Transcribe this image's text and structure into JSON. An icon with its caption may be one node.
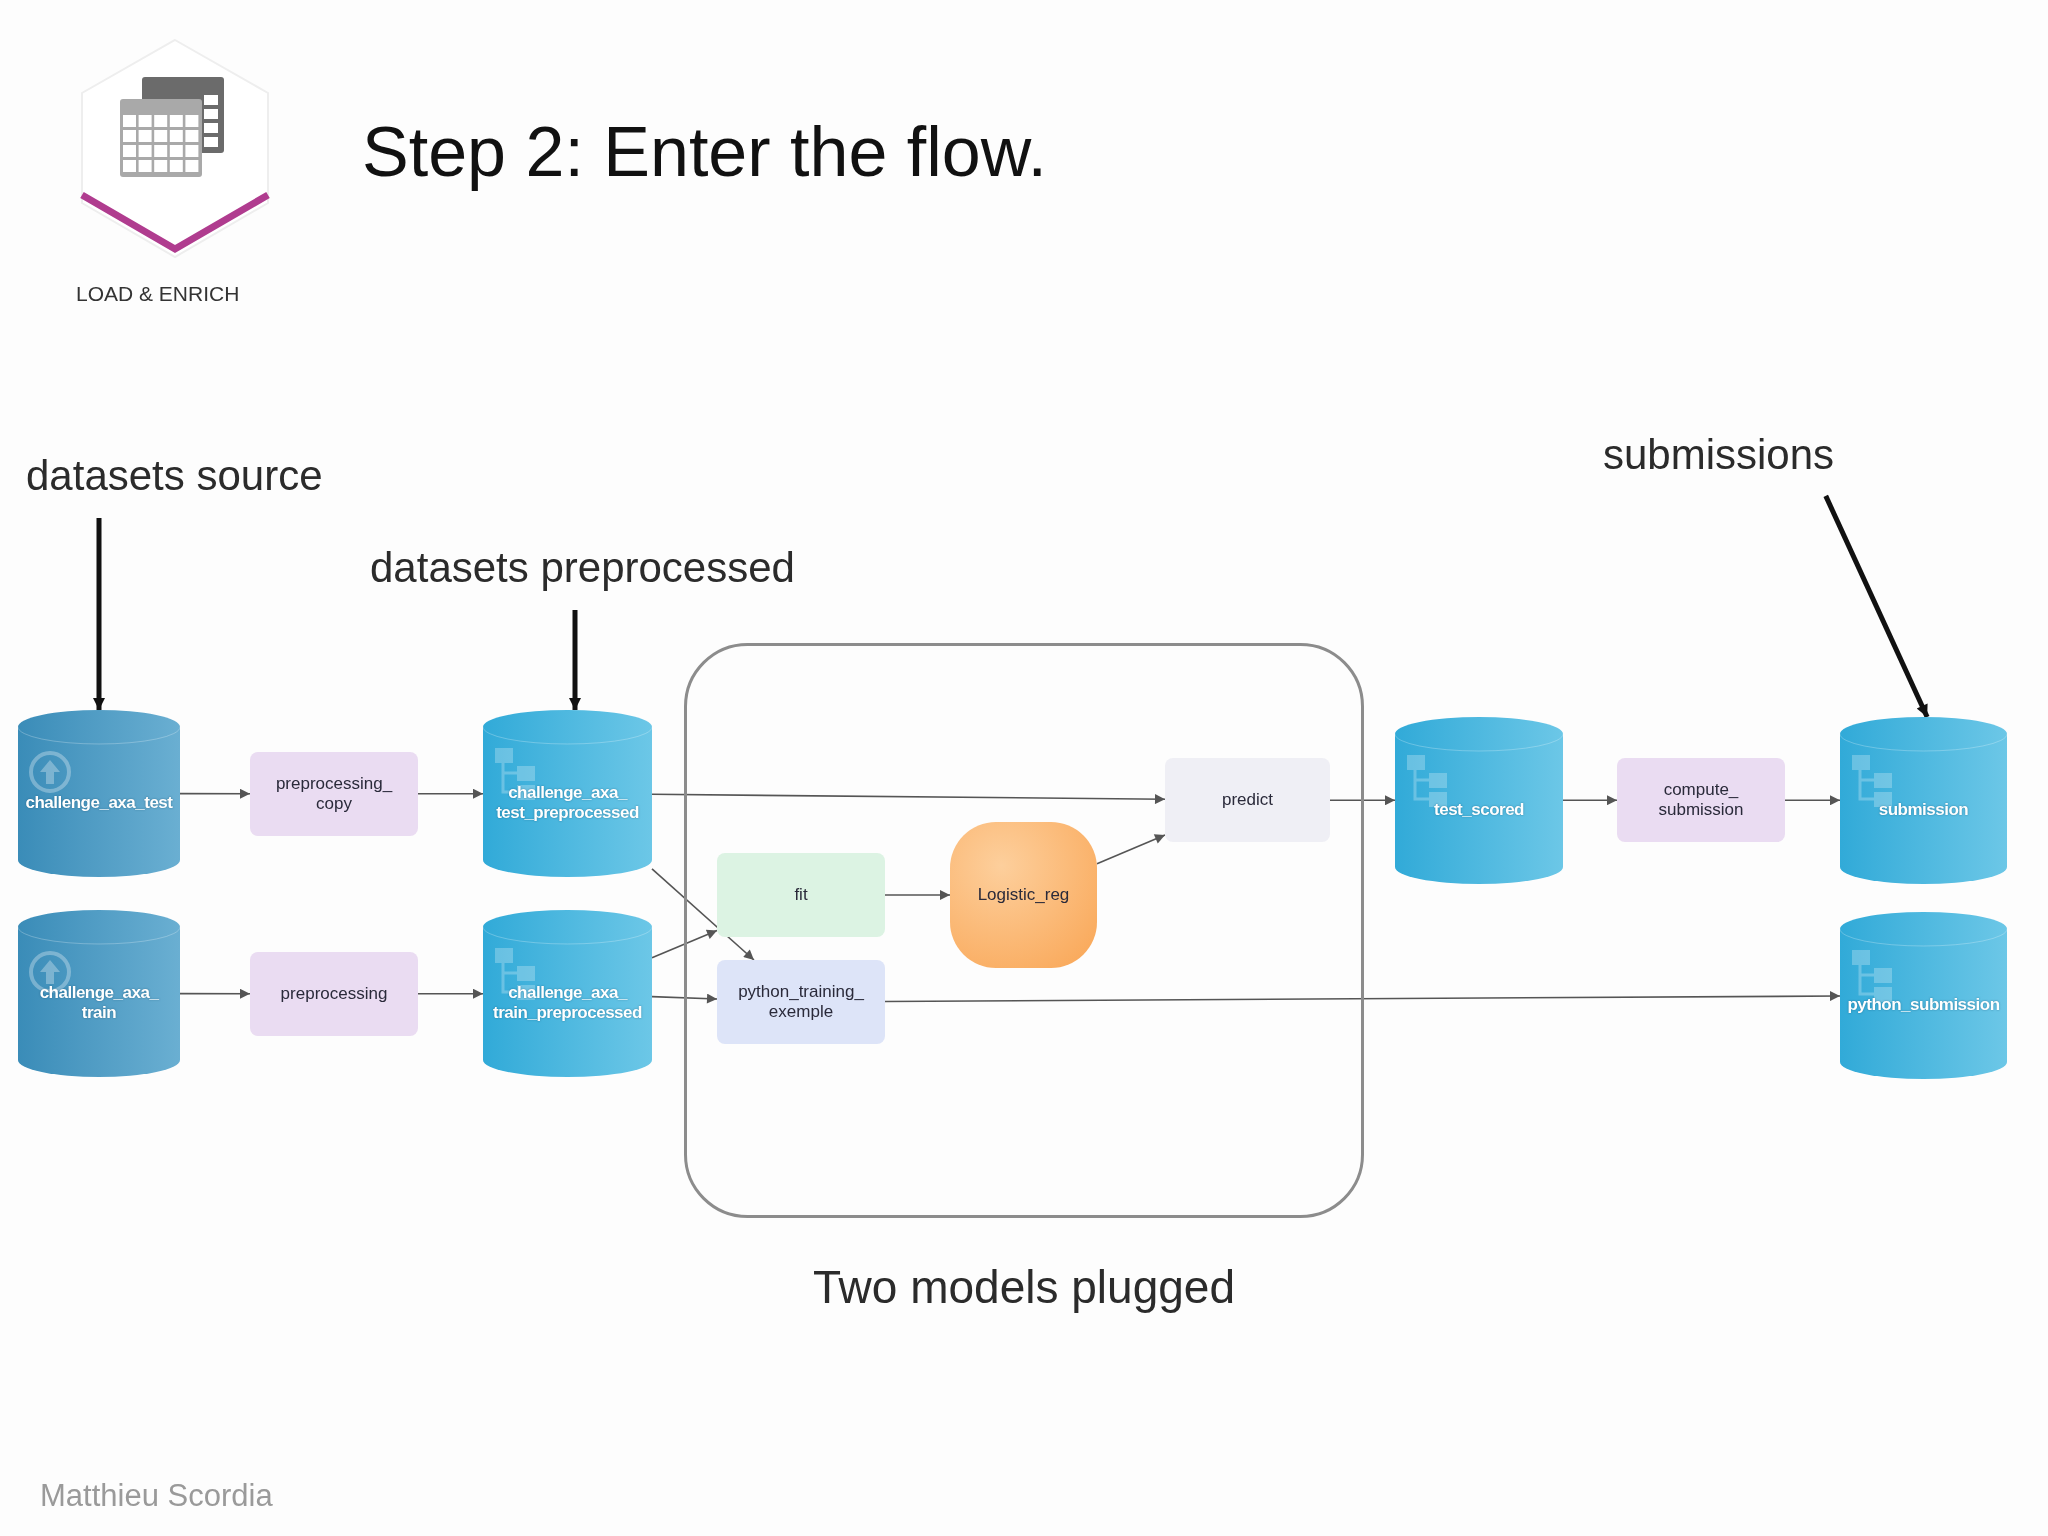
{
  "diagram": {
    "title": "Step 2: Enter the flow.",
    "nodes": [
      {
        "text": [
          "datasets source"
        ]
      },
      {
        "text": [
          "datasets preprocessed"
        ]
      },
      {
        "text": [
          "submissions"
        ]
      },
      {
        "text": [
          "challenge_axa_test"
        ]
      },
      {
        "text": [
          "preprocessing_ copy"
        ]
      },
      {
        "text": [
          "challenge_axa_ test_preprocessed"
        ]
      },
      {
        "text": [
          "challenge_axa_ train"
        ]
      },
      {
        "text": [
          "preprocessing"
        ]
      },
      {
        "text": [
          "challenge_axa_ train_preprocessed"
        ]
      },
      {
        "text": [
          "Two models plugged"
        ]
      },
      {
        "text": [
          "fit"
        ],
        "in": 9
      },
      {
        "text": [
          "python_training_ exemple"
        ],
        "in": 9
      },
      {
        "text": [
          "Logistic_reg"
        ],
        "in": 9
      },
      {
        "text": [
          "predict"
        ],
        "in": 9
      },
      {
        "text": [
          "test_scored"
        ]
      },
      {
        "text": [
          "compute_ submission"
        ]
      },
      {
        "text": [
          "submission"
        ]
      },
      {
        "text": [
          "python_submission"
        ]
      }
    ],
    "edges": [
      {
        "from": 0,
        "to": 3,
        "arrow": "to",
        "style": "thick",
        "color": "#111111"
      },
      {
        "from": 1,
        "to": 5,
        "arrow": "to",
        "style": "thick",
        "color": "#111111"
      },
      {
        "from": 2,
        "to": 16,
        "arrow": "to",
        "style": "thick",
        "color": "#111111"
      },
      {
        "from": 3,
        "to": 4,
        "arrow": "to"
      },
      {
        "from": 4,
        "to": 5,
        "arrow": "to"
      },
      {
        "from": 6,
        "to": 7,
        "arrow": "to"
      },
      {
        "from": 7,
        "to": 8,
        "arrow": "to"
      },
      {
        "from": 5,
        "to": 13,
        "arrow": "to"
      },
      {
        "from": 5,
        "to": 11,
        "arrow": "to"
      },
      {
        "from": 8,
        "to": 10,
        "arrow": "to"
      },
      {
        "from": 8,
        "to": 11,
        "arrow": "to"
      },
      {
        "from": 10,
        "to": 12,
        "arrow": "to"
      },
      {
        "from": 12,
        "to": 13,
        "arrow": "to"
      },
      {
        "from": 13,
        "to": 14,
        "arrow": "to"
      },
      {
        "from": 14,
        "to": 15,
        "arrow": "to"
      },
      {
        "from": 15,
        "to": 16,
        "arrow": "to"
      },
      {
        "from": 11,
        "to": 17,
        "arrow": "to"
      }
    ],
    "labels": [
      "LOAD & ENRICH",
      "Matthieu Scordia"
    ]
  }
}
